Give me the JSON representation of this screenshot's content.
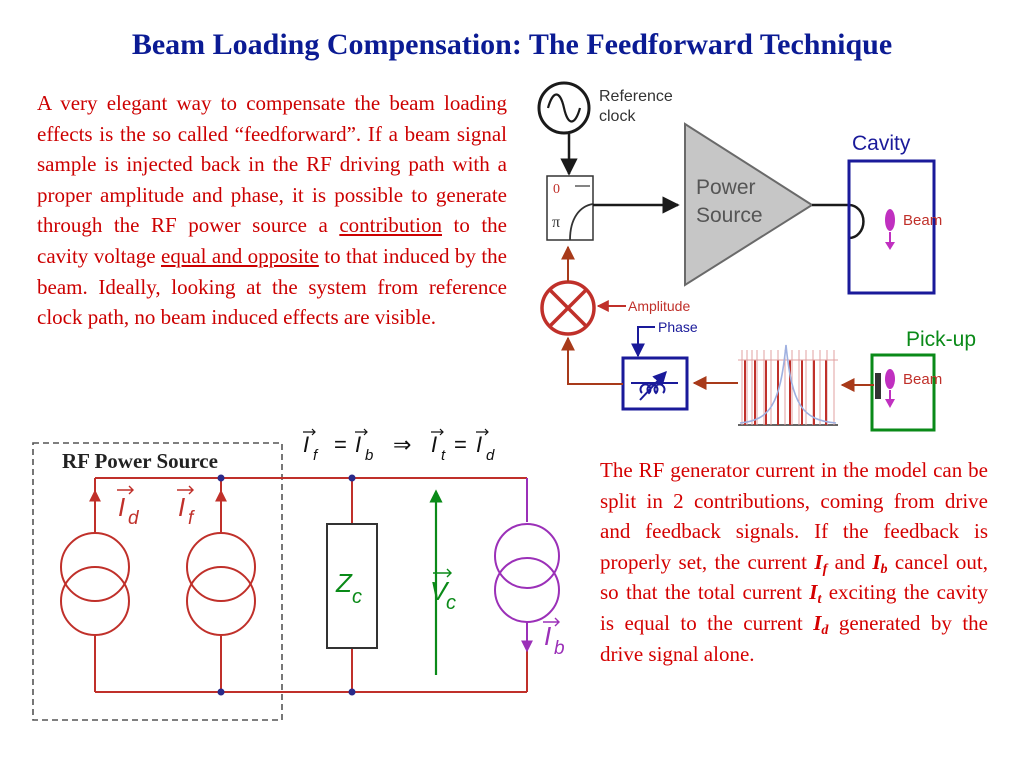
{
  "title": "Beam Loading Compensation: The Feedforward Technique",
  "left_paragraph": {
    "text1": "A very elegant way to compensate the beam loading effects is the so called “feedforward”. If a beam signal sample is injected back in the RF driving path with a proper amplitude and phase, it is possible to generate through the RF power source a ",
    "contribution": "contribution",
    "text2": " to the cavity voltage ",
    "equal_opposite": "equal and opposite",
    "text3": " to that induced by the beam. Ideally, looking at the system from reference clock path, no beam induced effects are visible."
  },
  "right_paragraph": {
    "t1": "The RF generator current in the model can be split in 2 contributions, coming from drive and feedback signals. If the feedback is properly set, the current ",
    "If_main": "I",
    "If_sub": "f",
    "t2": " and ",
    "Ib_main": "I",
    "Ib_sub": "b",
    "t3": " cancel out, so that the total current ",
    "It_main": "I",
    "It_sub": "t",
    "t4": " exciting the cavity is equal to the current ",
    "Id_main": "I",
    "Id_sub": "d",
    "t5": " generated by the drive signal alone."
  },
  "block_diagram": {
    "reference_label_1": "Reference",
    "reference_label_2": "clock",
    "switch_0": "0",
    "switch_pi": "π",
    "power_1": "Power",
    "power_2": "Source",
    "cavity": "Cavity",
    "beam_cavity": "Beam",
    "pickup": "Pick-up",
    "beam_pickup": "Beam",
    "amplitude": "Amplitude",
    "phase": "Phase"
  },
  "equation": {
    "I1": "I",
    "s1": "f",
    "eq1": "=",
    "I2": "I",
    "s2": "b",
    "arrow": "⇒",
    "I3": "I",
    "s3": "t",
    "eq2": "=",
    "I4": "I",
    "s4": "d"
  },
  "circuit": {
    "box_label": "RF Power Source",
    "Id_main": "I",
    "Id_sub": "d",
    "If_main": "I",
    "If_sub": "f",
    "Zc_main": "Z",
    "Zc_sub": "c",
    "Vc_main": "V",
    "Vc_sub": "c",
    "Ib_main": "I",
    "Ib_sub": "b"
  },
  "colors": {
    "title": "#0b1b94",
    "text": "#cc0000",
    "circuit_red": "#c0302a",
    "green": "#0a8a18",
    "purple": "#9b30b8",
    "navy": "#1a1a9a",
    "feedback_brown": "#a83a1a"
  }
}
